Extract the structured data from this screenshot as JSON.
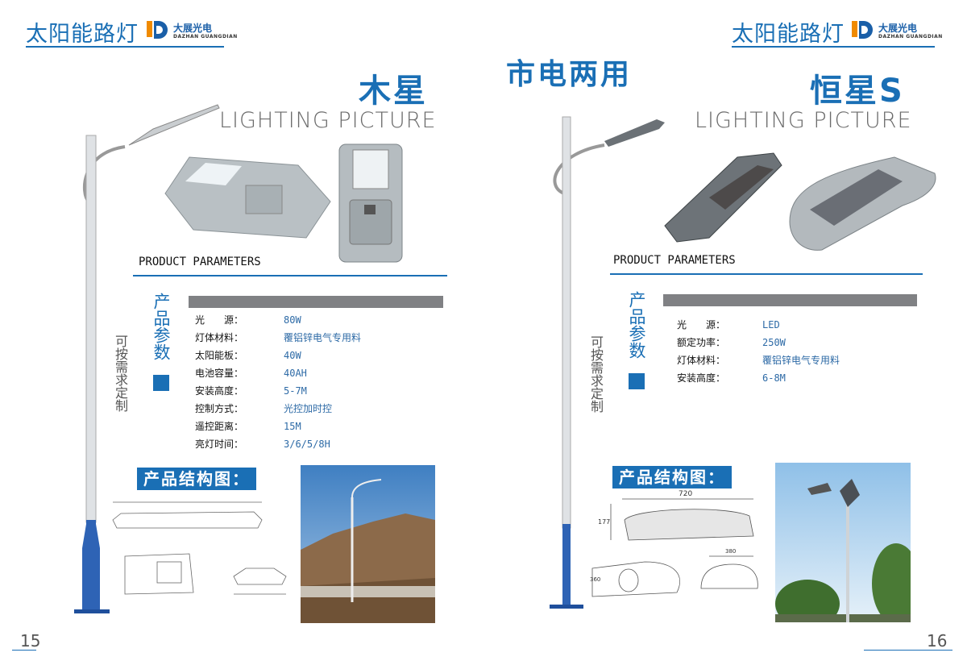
{
  "center_title": "市电两用",
  "brand": {
    "cn": "大展光电",
    "en": "DAZHAN GUANGDIAN",
    "logo": "LD"
  },
  "left_page": {
    "header": "太阳能路灯",
    "product_name": "木星",
    "lighting_picture": "LIGHTING PICTURE",
    "product_parameters": "PRODUCT PARAMETERS",
    "category_label": "产品参数",
    "custom_note": "可按需求定制",
    "params": [
      {
        "label": "光　　源：",
        "value": "80W"
      },
      {
        "label": "灯体材料：",
        "value": "覆铝锌电气专用料"
      },
      {
        "label": "太阳能板：",
        "value": "40W"
      },
      {
        "label": "电池容量：",
        "value": "40AH"
      },
      {
        "label": "安装高度：",
        "value": "5-7M"
      },
      {
        "label": "控制方式：",
        "value": "光控加时控"
      },
      {
        "label": "遥控距离：",
        "value": "15M"
      },
      {
        "label": "亮灯时间：",
        "value": "3/6/5/8H"
      }
    ],
    "structure_banner": "产品结构图：",
    "page_number": "15"
  },
  "right_page": {
    "header": "太阳能路灯",
    "product_name": "恒星S",
    "lighting_picture": "LIGHTING PICTURE",
    "product_parameters": "PRODUCT PARAMETERS",
    "category_label": "产品参数",
    "custom_note": "可按需求定制",
    "params": [
      {
        "label": "光　　源：",
        "value": "LED"
      },
      {
        "label": "额定功率：",
        "value": "250W"
      },
      {
        "label": "灯体材料：",
        "value": "覆铝锌电气专用料"
      },
      {
        "label": "安装高度：",
        "value": "6-8M"
      }
    ],
    "structure_banner": "产品结构图：",
    "dimensions": {
      "length": "720",
      "height": "177",
      "width": "380",
      "depth": "360"
    },
    "page_number": "16"
  },
  "colors": {
    "accent": "#1a6fb5",
    "gray_bar": "#808184"
  }
}
